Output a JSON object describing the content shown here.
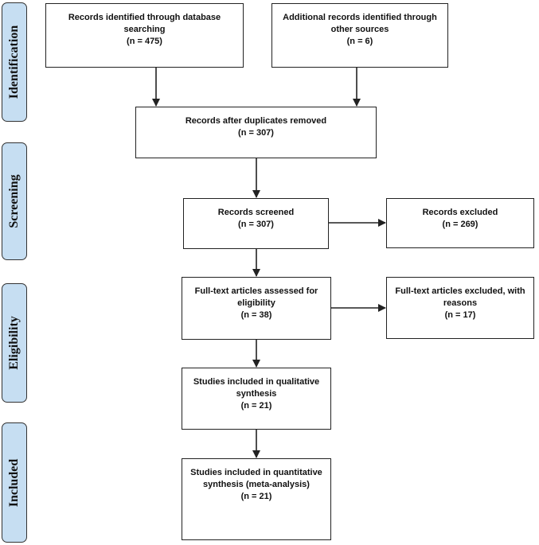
{
  "stages": [
    "Identification",
    "Screening",
    "Eligibility",
    "Included"
  ],
  "boxes": {
    "db_search": {
      "label": "Records identified through database searching",
      "count": "(n = 475)"
    },
    "other_sources": {
      "label": "Additional records identified through other sources",
      "count": "(n = 6)"
    },
    "after_duplicates": {
      "label": "Records after duplicates removed",
      "count": "(n = 307)"
    },
    "screened": {
      "label": "Records screened",
      "count": "(n = 307)"
    },
    "excluded": {
      "label": "Records excluded",
      "count": "(n = 269)"
    },
    "fulltext_assessed": {
      "label": "Full-text articles assessed for eligibility",
      "count": "(n = 38)"
    },
    "fulltext_excluded": {
      "label": "Full-text articles excluded, with reasons",
      "count": "(n = 17)"
    },
    "qualitative": {
      "label": "Studies included in qualitative synthesis",
      "count": "(n = 21)"
    },
    "quantitative": {
      "label": "Studies included in quantitative synthesis (meta-analysis)",
      "count": "(n = 21)"
    }
  },
  "colors": {
    "stage_fill": "#c6def2",
    "line": "#222222"
  }
}
